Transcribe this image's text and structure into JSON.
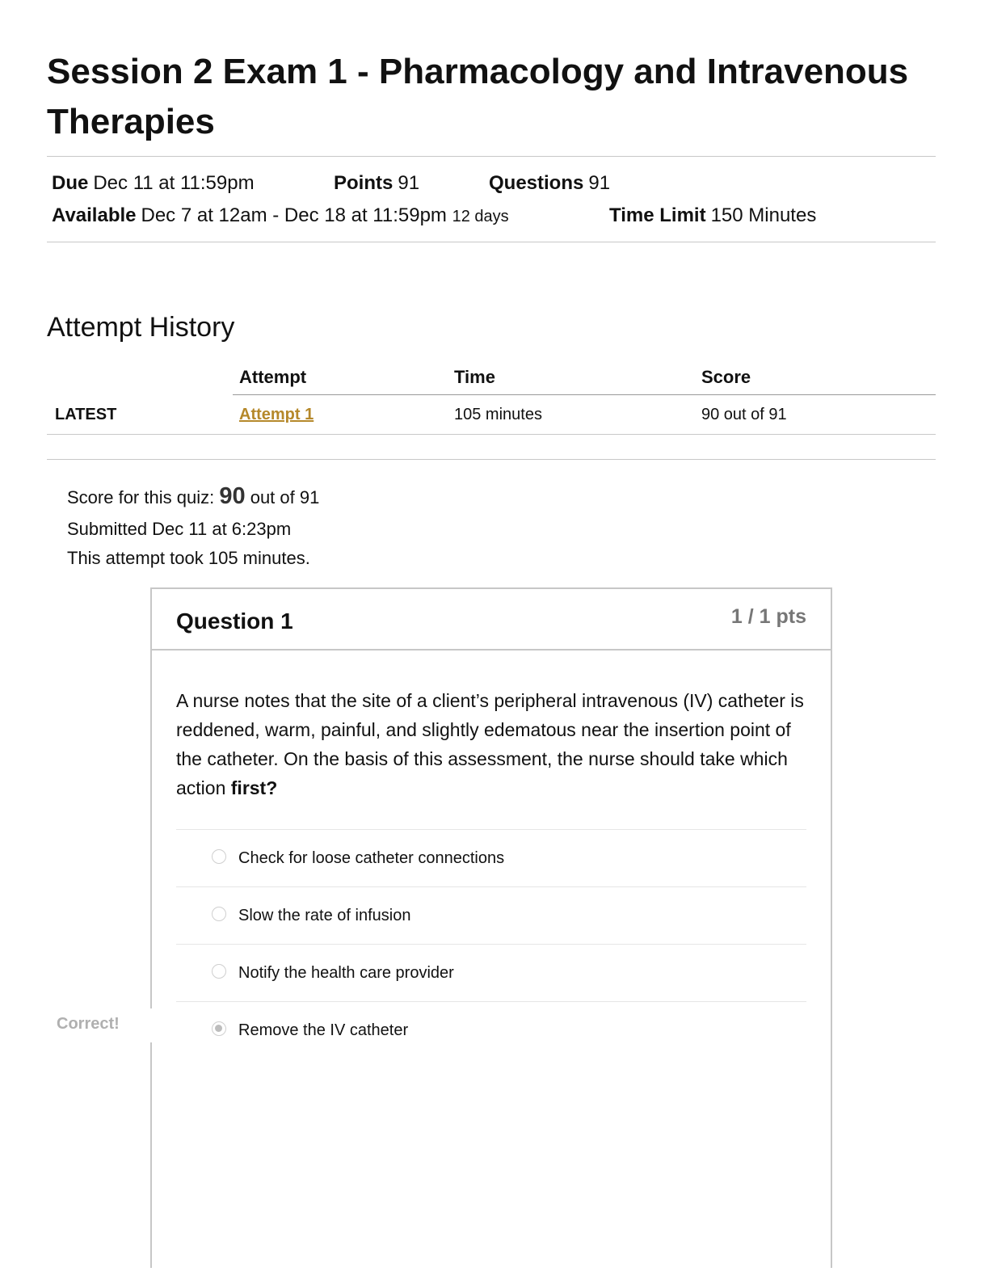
{
  "page": {
    "title": "Session 2 Exam 1 - Pharmacology and Intravenous Therapies"
  },
  "meta": {
    "due_label": "Due",
    "due_value": "Dec 11 at 11:59pm",
    "points_label": "Points",
    "points_value": "91",
    "questions_label": "Questions",
    "questions_value": "91",
    "available_label": "Available",
    "available_value": "Dec 7 at 12am - Dec 18 at 11:59pm",
    "available_days": "12 days",
    "time_limit_label": "Time Limit",
    "time_limit_value": "150 Minutes"
  },
  "attempt_history": {
    "heading": "Attempt History",
    "columns": [
      "Attempt",
      "Time",
      "Score"
    ],
    "rows": [
      {
        "tag": "LATEST",
        "attempt": "Attempt 1",
        "time": "105 minutes",
        "score": "90 out of 91"
      }
    ]
  },
  "summary": {
    "score_prefix": "Score for this quiz:",
    "score_value": "90",
    "score_suffix": "out of 91",
    "submitted": "Submitted Dec 11 at 6:23pm",
    "duration": "This attempt took 105 minutes."
  },
  "question": {
    "title": "Question 1",
    "points": "1 / 1 pts",
    "text": "A nurse notes that the site of a client’s peripheral intravenous (IV) catheter is reddened, warm, painful, and slightly edematous near the insertion point of the catheter. On the basis of this assessment, the nurse should take which action",
    "text_emphasis": "first?",
    "answers": [
      {
        "label": "Check for loose catheter connections",
        "selected": false
      },
      {
        "label": "Slow the rate of infusion",
        "selected": false
      },
      {
        "label": "Notify the health care provider",
        "selected": false
      },
      {
        "label": "Remove the IV catheter",
        "selected": true
      }
    ],
    "result_flag": "Correct!"
  }
}
